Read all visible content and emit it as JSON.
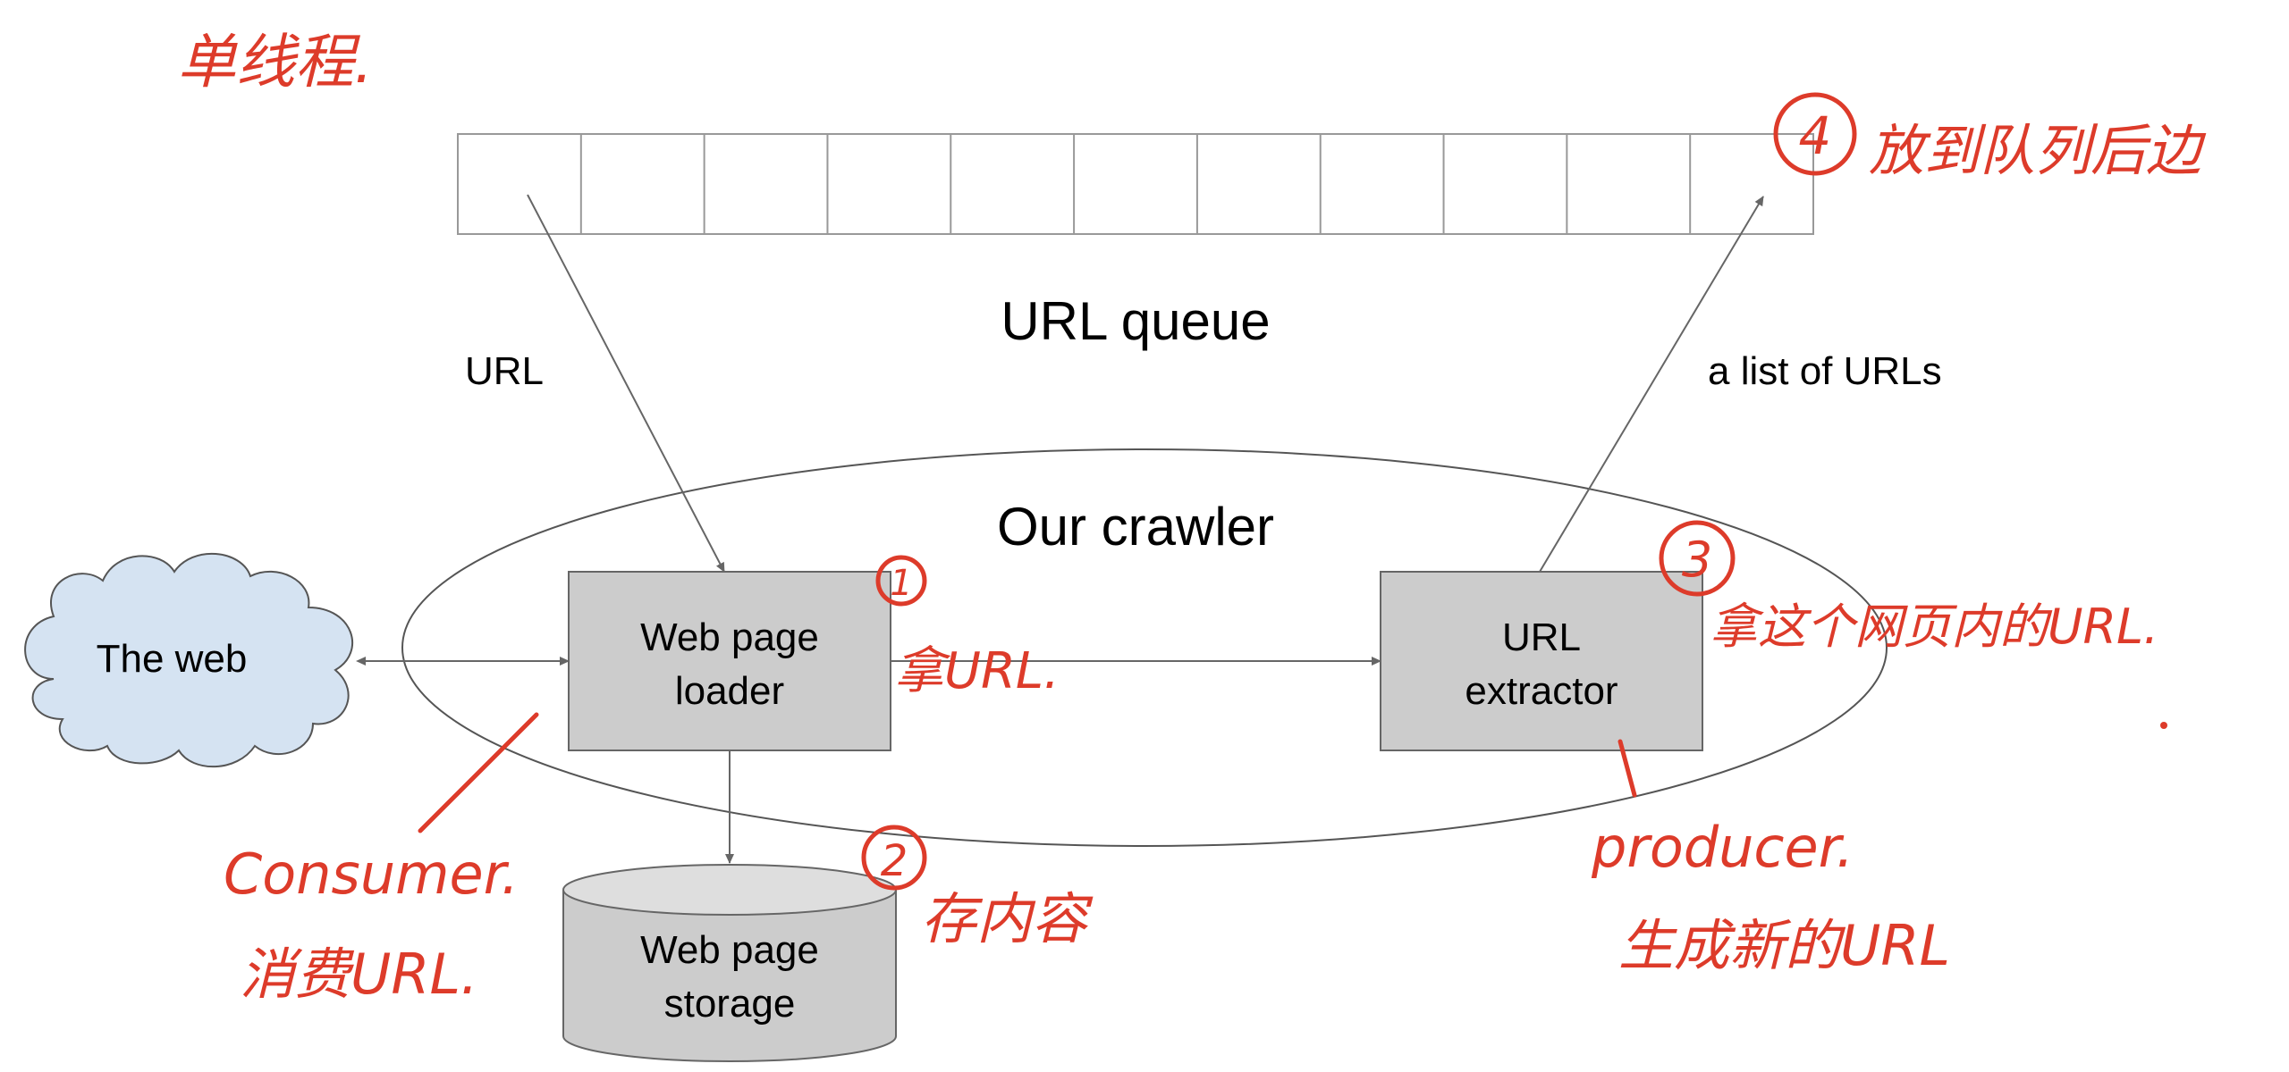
{
  "diagram": {
    "queue": {
      "label": "URL queue",
      "cells": 11
    },
    "crawler_label": "Our crawler",
    "nodes": {
      "web": "The web",
      "loader_line1": "Web page",
      "loader_line2": "loader",
      "extractor_line1": "URL",
      "extractor_line2": "extractor",
      "storage_line1": "Web page",
      "storage_line2": "storage"
    },
    "edges": {
      "url_in": "URL",
      "urls_out": "a list of URLs"
    },
    "annotations": {
      "top_left": "单线程.",
      "step1_num": "1",
      "step1_text": "拿URL.",
      "step2_num": "2",
      "step2_text": "存内容",
      "step3_num": "3",
      "step3_text": "拿这个网页内的URL.",
      "step4_num": "4",
      "step4_text": "放到队列后边",
      "consumer_en": "Consumer.",
      "consumer_cn": "消费URL.",
      "producer_en": "producer.",
      "producer_cn": "生成新的URL"
    },
    "colors": {
      "box_fill": "#cccccc",
      "box_stroke": "#666666",
      "cloud_fill": "#d5e3f2",
      "queue_stroke": "#999999",
      "line": "#666666",
      "annotation": "#dd3b2a"
    }
  }
}
